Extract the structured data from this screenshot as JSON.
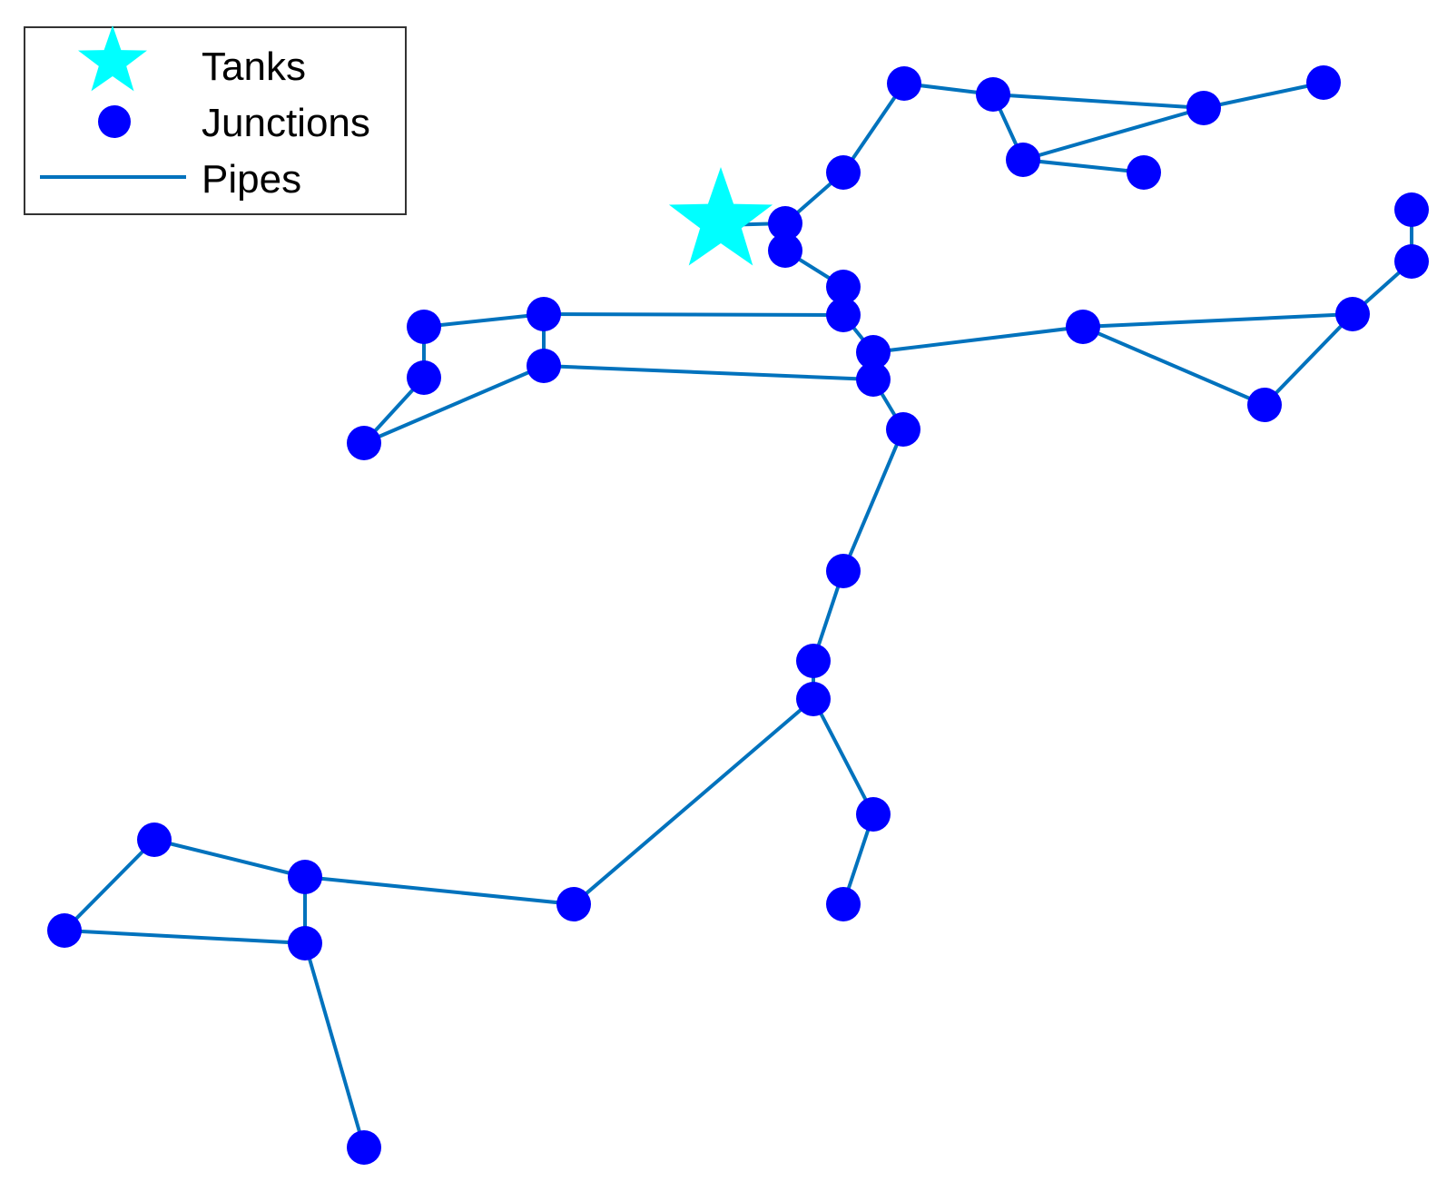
{
  "legend": {
    "tanks_label": "Tanks",
    "junctions_label": "Junctions",
    "pipes_label": "Pipes"
  },
  "colors": {
    "tank": "#00ffff",
    "junction": "#0000ff",
    "pipe": "#0072bd",
    "legend_border": "#333333"
  }
}
